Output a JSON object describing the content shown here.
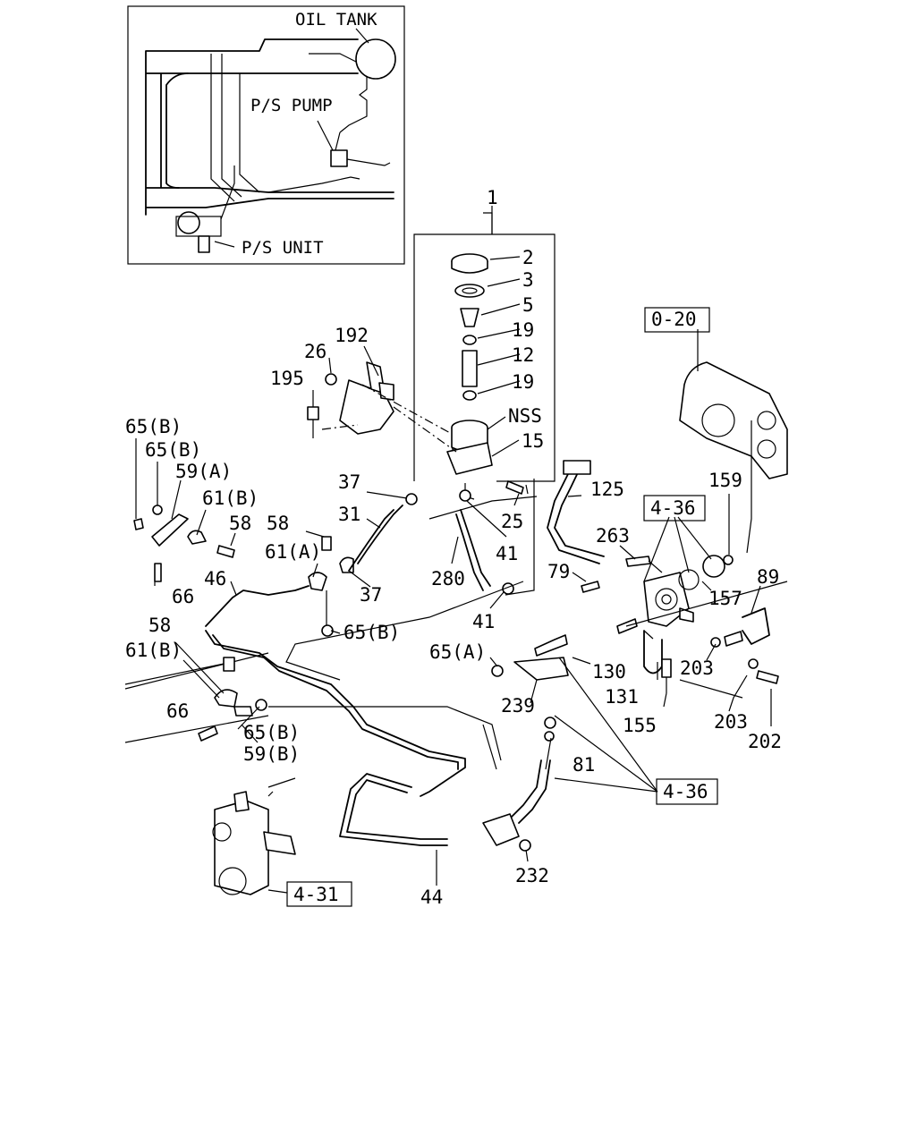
{
  "inset": {
    "labels": [
      "OIL TANK",
      "P/S PUMP",
      "P/S UNIT"
    ]
  },
  "part_labels": [
    "1",
    "2",
    "3",
    "5",
    "19",
    "12",
    "19",
    "NSS",
    "15",
    "192",
    "26",
    "195",
    "65(B)",
    "65(B)",
    "59(A)",
    "61(B)",
    "58",
    "58",
    "61(A)",
    "37",
    "31",
    "37",
    "41",
    "25",
    "280",
    "41",
    "125",
    "263",
    "79",
    "46",
    "66",
    "65(B)",
    "58",
    "61(B)",
    "66",
    "65(B)",
    "59(B)",
    "65(A)",
    "239",
    "130",
    "131",
    "155",
    "203",
    "203",
    "202",
    "157",
    "89",
    "159",
    "81",
    "232",
    "44"
  ],
  "ref_boxes": [
    "0-20",
    "4-36",
    "4-36",
    "4-31"
  ]
}
